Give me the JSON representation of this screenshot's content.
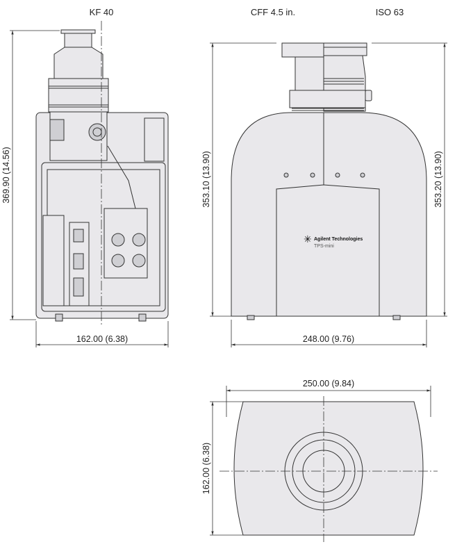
{
  "titles": {
    "left": "KF 40",
    "center": "CFF 4.5 in.",
    "right": "ISO 63"
  },
  "dimensions": {
    "left_height": "369.90 (14.56)",
    "left_width": "162.00 (6.38)",
    "front_height_left": "353.10 (13.90)",
    "front_height_right": "353.20 (13.90)",
    "front_width": "248.00 (9.76)",
    "top_width": "250.00 (9.84)",
    "top_depth": "162.00 (6.38)"
  },
  "labels": {
    "brand": "Agilent Technologies",
    "model": "TPS-mini"
  }
}
